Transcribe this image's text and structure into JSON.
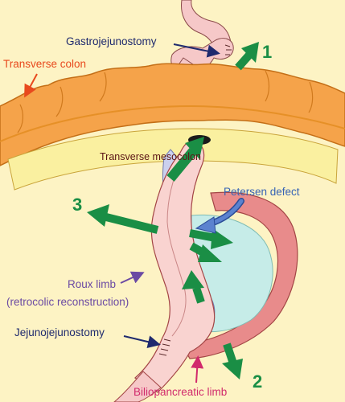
{
  "labels": {
    "gastrojejunostomy": "Gastrojejunostomy",
    "transverse_colon": "Transverse colon",
    "transverse_mesocolon": "Transverse mesocolon",
    "petersen_defect": "Petersen defect",
    "roux_limb": "Roux limb",
    "retrocolic": "(retrocolic reconstruction)",
    "jejunojejunostomy": "Jejunojejunostomy",
    "biliopancreatic_limb": "Biliopancreatic limb"
  },
  "markers": {
    "m1": "1",
    "m2": "2",
    "m3": "3"
  },
  "colors": {
    "background": "#fdf3c4",
    "colon": "#f5a34a",
    "mesocolon": "#faf0a0",
    "bowel": "#f6c8c8",
    "roux_limb": "#f9d3d0",
    "mesentery_blue": "#cbd0ee",
    "petersen_space": "#c6ece8",
    "biliopancreatic_limb": "#e88b8b",
    "green_arrow": "#1a8e45",
    "label_navy": "#1f2a6e",
    "label_red": "#e8491d",
    "label_maroon": "#5a1414",
    "label_blue": "#3663b5",
    "label_purple": "#6b4aa3",
    "label_magenta": "#d12a6c"
  }
}
